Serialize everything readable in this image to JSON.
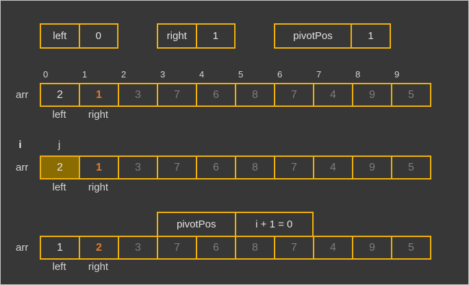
{
  "colors": {
    "background": "#373737",
    "box_border": "#f2b20a",
    "bright_text": "#e2e2e2",
    "dim_text": "#7e7e7e",
    "highlight_text": "#e07b2c",
    "filled_cell_background": "#8a6c00"
  },
  "variables": [
    {
      "name": "left",
      "value": "0"
    },
    {
      "name": "right",
      "value": "1"
    },
    {
      "name": "pivotPos",
      "value": "1"
    }
  ],
  "rows": [
    {
      "label": "arr",
      "indices": [
        "0",
        "1",
        "2",
        "3",
        "4",
        "5",
        "6",
        "7",
        "8",
        "9"
      ],
      "values": [
        "2",
        "1",
        "3",
        "7",
        "6",
        "8",
        "7",
        "4",
        "9",
        "5"
      ],
      "styles": [
        "bright",
        "highlight",
        "dim",
        "dim",
        "dim",
        "dim",
        "dim",
        "dim",
        "dim",
        "dim"
      ],
      "pointers_below": [
        {
          "text": "left",
          "cell": 0
        },
        {
          "text": "right",
          "cell": 1
        }
      ]
    },
    {
      "label": "arr",
      "values": [
        "2",
        "1",
        "3",
        "7",
        "6",
        "8",
        "7",
        "4",
        "9",
        "5"
      ],
      "styles": [
        "bright filled",
        "highlight",
        "dim",
        "dim",
        "dim",
        "dim",
        "dim",
        "dim",
        "dim",
        "dim"
      ],
      "pointers_above": [
        {
          "text": "i",
          "cell": -1,
          "bold": true
        },
        {
          "text": "j",
          "cell": 0
        }
      ],
      "pointers_below": [
        {
          "text": "left",
          "cell": 0
        },
        {
          "text": "right",
          "cell": 1
        }
      ]
    },
    {
      "label": "arr",
      "values": [
        "1",
        "2",
        "3",
        "7",
        "6",
        "8",
        "7",
        "4",
        "9",
        "5"
      ],
      "styles": [
        "bright",
        "highlight",
        "dim",
        "dim",
        "dim",
        "dim",
        "dim",
        "dim",
        "dim",
        "dim"
      ],
      "annotation": [
        {
          "text": "pivotPos"
        },
        {
          "text": "i + 1 = 0"
        }
      ],
      "pointers_below": [
        {
          "text": "left",
          "cell": 0
        },
        {
          "text": "right",
          "cell": 1
        }
      ]
    }
  ]
}
